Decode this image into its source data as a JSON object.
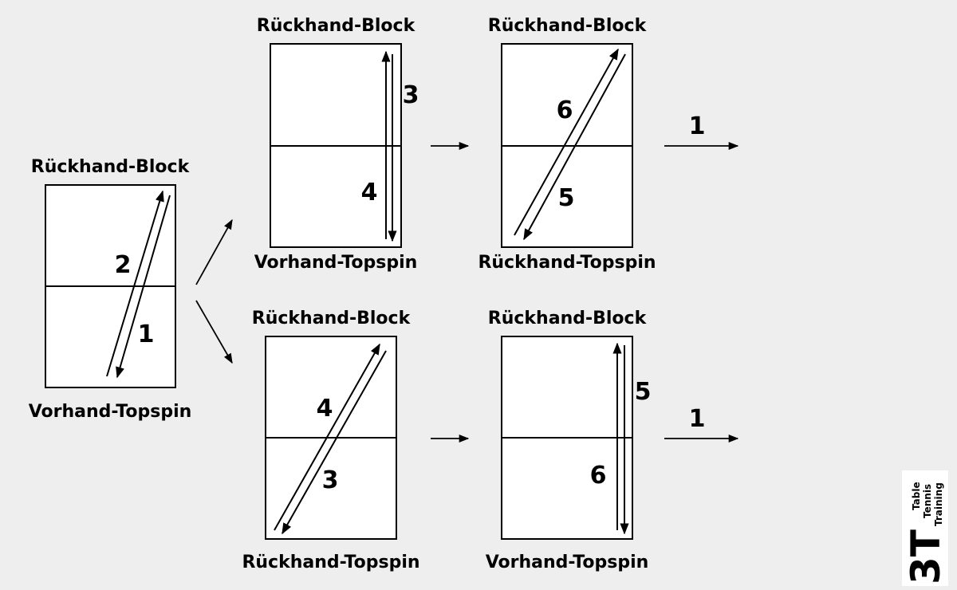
{
  "diagram": {
    "label_backhand_block": "Rückhand-Block",
    "label_forehand_topspin": "Vorhand-Topspin",
    "label_backhand_topspin": "Rückhand-Topspin"
  },
  "tables": [
    {
      "id": "start",
      "top_label": "Rückhand-Block",
      "bottom_label": "Vorhand-Topspin",
      "numbers": [
        "2",
        "1"
      ]
    },
    {
      "id": "upper-1",
      "top_label": "Rückhand-Block",
      "bottom_label": "Vorhand-Topspin",
      "numbers": [
        "3",
        "4"
      ]
    },
    {
      "id": "upper-2",
      "top_label": "Rückhand-Block",
      "bottom_label": "Rückhand-Topspin",
      "numbers": [
        "6",
        "5"
      ]
    },
    {
      "id": "lower-1",
      "top_label": "Rückhand-Block",
      "bottom_label": "Rückhand-Topspin",
      "numbers": [
        "4",
        "3"
      ]
    },
    {
      "id": "lower-2",
      "top_label": "Rückhand-Block",
      "bottom_label": "Vorhand-Topspin",
      "numbers": [
        "5",
        "6"
      ]
    }
  ],
  "loop_back": [
    "1",
    "1"
  ],
  "logo": {
    "mark": "3T",
    "line1": "Table",
    "line2": "Tennis",
    "line3": "Training"
  },
  "colors": {
    "background": "#eeeeee",
    "table": "#ffffff",
    "ink": "#000000"
  }
}
